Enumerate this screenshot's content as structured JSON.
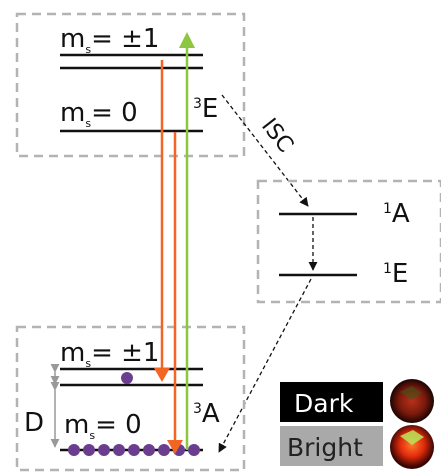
{
  "excited_state": {
    "upper_label": "m",
    "upper_sub": "s",
    "upper_value": "= ±1",
    "lower_label": "m",
    "lower_sub": "s",
    "lower_value": "= 0",
    "term_sup": "3",
    "term": "E"
  },
  "isc_label": "ISC",
  "singlets": {
    "upper_sup": "1",
    "upper_term": "A",
    "lower_sup": "1",
    "lower_term": "E"
  },
  "ground_state": {
    "upper_label": "m",
    "upper_sub": "s",
    "upper_value": "= ±1",
    "lower_label": "m",
    "lower_sub": "s",
    "lower_value": "= 0",
    "term_sup": "3",
    "term": "A",
    "zfs_label": "D"
  },
  "legend": {
    "dark": "Dark",
    "bright": "Bright"
  },
  "colors": {
    "laser": "#8dc63f",
    "fluorescence": "#f26522",
    "population": "#6a3d8f",
    "box_border": "#b3b3b3",
    "dark_badge": "#000000",
    "bright_badge": "#a9a9a9"
  }
}
